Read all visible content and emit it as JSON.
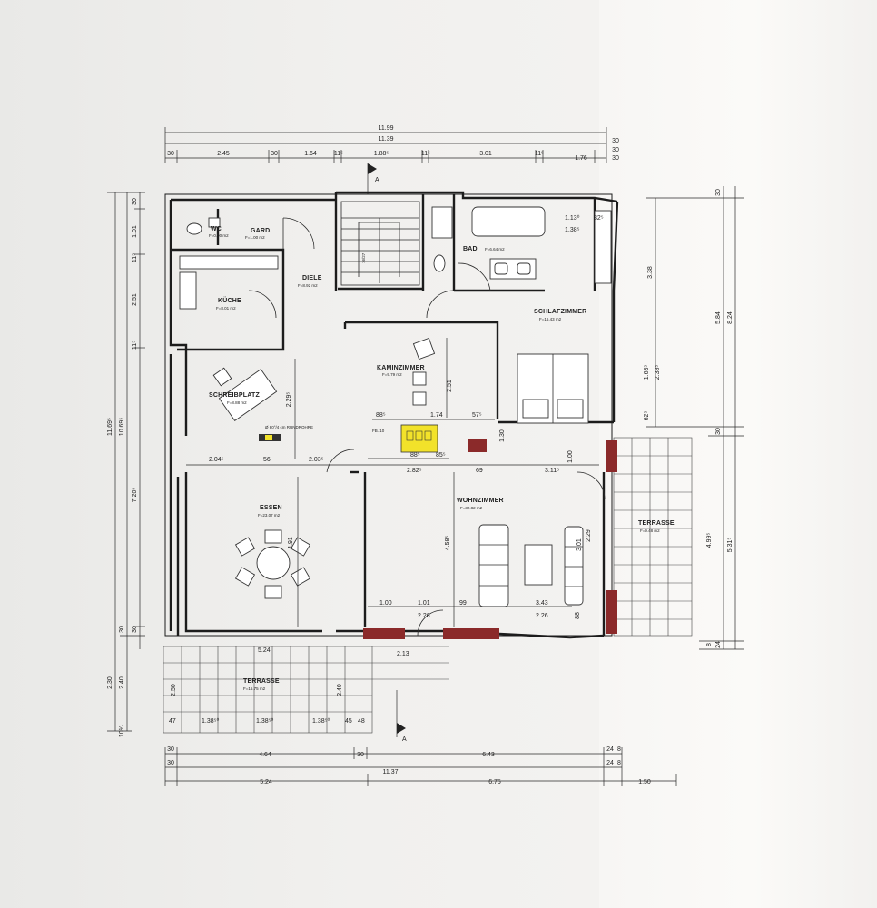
{
  "section_marker": "A",
  "rooms": {
    "wc": {
      "name": "WC",
      "area": "F=0.00 m2"
    },
    "gard": {
      "name": "GARD.",
      "area": "F=1.00 m2"
    },
    "diele": {
      "name": "DIELE",
      "area": "F=8.92 m2"
    },
    "kueche": {
      "name": "KÜCHE",
      "area": "F=8.01 m2"
    },
    "bad": {
      "name": "BAD",
      "area": "F=6.64 m2"
    },
    "schlafzimmer": {
      "name": "SCHLAFZIMMER",
      "area": "F=16.43 m2"
    },
    "kaminzimmer": {
      "name": "KAMINZIMMER",
      "area": "F=9.79 m2"
    },
    "schreibplatz": {
      "name": "SCHREIBPLATZ",
      "area": "F=8.88 m2"
    },
    "essen": {
      "name": "ESSEN",
      "area": "F=23.07 m2"
    },
    "wohnzimmer": {
      "name": "WOHNZIMMER",
      "area": "F=32.82 m2"
    },
    "terrasse_east": {
      "name": "TERRASSE",
      "area": "F=9.48 m2"
    },
    "terrasse_south": {
      "name": "TERRASSE",
      "area": "F=15.75 m2"
    }
  },
  "notes": {
    "stair_lauf": "16/27",
    "fireplace": "FB. 10",
    "chimney_note": "Ø 80°/4 cm RUNDROHRE"
  },
  "dimensions": {
    "top": {
      "total": "11.99",
      "second": "11.39",
      "right_30a": "30",
      "right_30b": "30",
      "segments": [
        "30",
        "2.45",
        "30",
        "1.64",
        "11⁵",
        "1.88⁵",
        "11⁵",
        "3.01",
        "11⁵",
        "1.76",
        "30"
      ]
    },
    "bottom": {
      "row1": [
        "30",
        "4.64",
        "30",
        "6.43",
        "24",
        "8"
      ],
      "row2_left": "30",
      "row2_total": "11.37",
      "row2_r": [
        "24",
        "8"
      ],
      "row3": [
        "5.24",
        "6.75",
        "1.50"
      ]
    },
    "left": {
      "outer": "11.69⁵",
      "mid": "10.69⁵",
      "inner": [
        "30",
        "1.01",
        "11⁵",
        "2.51",
        "11⁵",
        "7.20⁵",
        "30",
        "30"
      ],
      "lower": [
        "2.30",
        "2.40",
        "10¹⁄₄"
      ]
    },
    "right": {
      "outer": "8.24",
      "mid": "5.84",
      "upper": [
        "30",
        "3.38",
        "1.63⁵",
        "2.38⁵",
        "62⁵",
        "30"
      ],
      "lower": [
        "4.99⁵",
        "5.31⁵",
        "8",
        "24"
      ]
    },
    "interior": [
      "1.13⁰",
      "1.38⁵",
      "82⁵",
      "2.29⁵",
      "2.51",
      "88⁵",
      "1.74",
      "57⁵",
      "2.04⁵",
      "56",
      "2.03⁵",
      "88⁵",
      "85⁵",
      "2.82⁵",
      "69",
      "3.11⁵",
      "1.30",
      "1.00",
      "4.91",
      "4.58⁵",
      "3.01",
      "2.29",
      "1.00",
      "1.01",
      "99",
      "3.43",
      "2.26",
      "2.26",
      "88",
      "2.13",
      "5.24",
      "2.50",
      "2.40",
      "47",
      "1.38⁵⁰",
      "1.38⁵⁰",
      "1.38⁵⁰",
      "45",
      "48"
    ]
  },
  "colors": {
    "walls": "#1c1c1c",
    "fireplace_highlight": "#f2e22a",
    "brick_pillars": "#8b2a2a"
  }
}
